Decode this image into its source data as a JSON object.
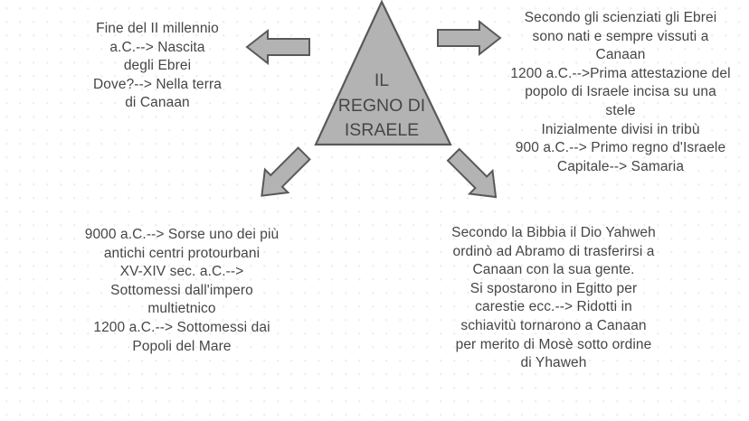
{
  "diagram": {
    "title": "IL REGNO DI ISRAELE",
    "center": {
      "shape": "triangle",
      "label": "IL\nREGNO DI\nISRAELE",
      "fill_color": "#b3b3b3",
      "stroke_color": "#595959"
    },
    "colors": {
      "shape_fill": "#b3b3b3",
      "shape_stroke": "#595959",
      "text": "#464646",
      "background": "#ffffff",
      "background_dot": "#efefef"
    },
    "branches": [
      {
        "id": "top-left",
        "arrow": "arrow-left",
        "text": "Fine del II millennio\na.C.--> Nascita\ndegli Ebrei\nDove?--> Nella terra\ndi Canaan"
      },
      {
        "id": "top-right",
        "arrow": "arrow-right",
        "text": "Secondo gli scienziati gli Ebrei\nsono nati e sempre vissuti a\nCanaan\n1200 a.C.-->Prima attestazione del\npopolo di Israele incisa su una\nstele\nInizialmente divisi in tribù\n900 a.C.--> Primo regno d'Israele\nCapitale--> Samaria"
      },
      {
        "id": "bottom-left",
        "arrow": "arrow-down-left",
        "text": "9000 a.C.--> Sorse uno dei più\nantichi centri protourbani\nXV-XIV sec. a.C.-->\nSottomessi dall'impero\nmultietnico\n1200 a.C.--> Sottomessi dai\nPopoli del Mare"
      },
      {
        "id": "bottom-right",
        "arrow": "arrow-down-right",
        "text": "Secondo la Bibbia il Dio Yahweh\nordinò ad Abramo di trasferirsi a\nCanaan con la sua gente.\nSi spostarono in Egitto per\ncarestie ecc.--> Ridotti in\nschiavitù tornarono a Canaan\nper merito di Mosè sotto ordine\ndi Yhaweh"
      }
    ]
  }
}
